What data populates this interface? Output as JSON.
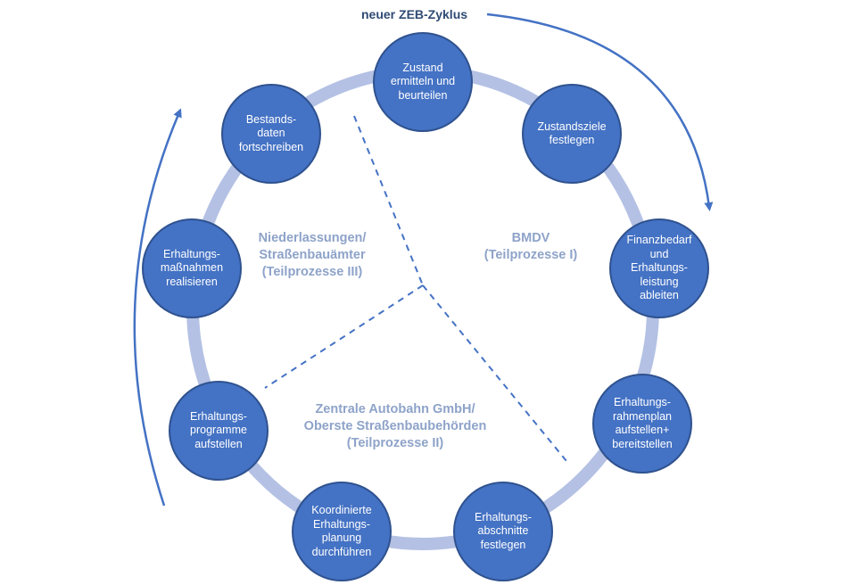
{
  "title": "neuer ZEB-Zyklus",
  "colors": {
    "node_fill": "#4472c4",
    "node_border": "#2f528f",
    "ring": "#b4c1e4",
    "arrow": "#4472c4",
    "region_text": "#8ea3c9",
    "divider": "#4472c4"
  },
  "nodes": [
    {
      "id": "zustand",
      "label": "Zustand\nermitteln und\nbeurteilen"
    },
    {
      "id": "zustandsziele",
      "label": "Zustandsziele\nfestlegen"
    },
    {
      "id": "finanzbedarf",
      "label": "Finanzbedarf\nund\nErhaltungs-\nleistung\nableiten"
    },
    {
      "id": "rahmenplan",
      "label": "Erhaltungs-\nrahmenplan\naufstellen+\nbereitstellen"
    },
    {
      "id": "abschnitte",
      "label": "Erhaltungs-\nabschnitte\nfestlegen"
    },
    {
      "id": "koordinierte",
      "label": "Koordinierte\nErhaltungs-\nplanung\ndurchführen"
    },
    {
      "id": "programme",
      "label": "Erhaltungs-\nprogramme\naufstellen"
    },
    {
      "id": "massnahmen",
      "label": "Erhaltungs-\nmaßnahmen\nrealisieren"
    },
    {
      "id": "bestand",
      "label": "Bestands-\ndaten\nfortschreiben"
    }
  ],
  "regions": {
    "bmdv": "BMDV\n(Teilprozesse I)",
    "niederlassungen": "Niederlassungen/\nStraßenbauämter\n(Teilprozesse III)",
    "autobahn": "Zentrale Autobahn GmbH/\nOberste Straßenbaubehörden\n(Teilprozesse II)"
  }
}
